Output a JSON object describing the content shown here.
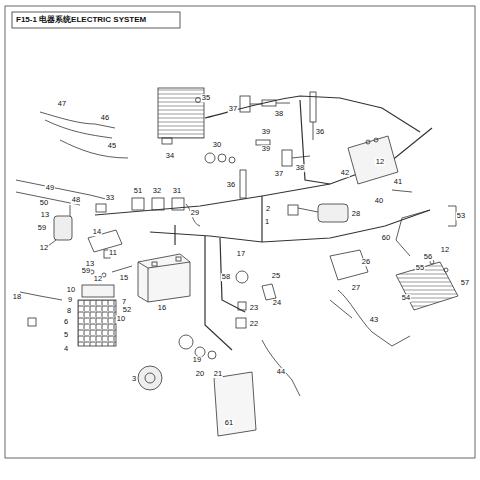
{
  "diagram": {
    "title": "F15-1 电器系统ELECTRIC SYSTEM",
    "labels": [
      "47",
      "46",
      "45",
      "49",
      "50",
      "48",
      "35",
      "34",
      "30",
      "37",
      "38",
      "39",
      "36",
      "12",
      "40",
      "36",
      "39",
      "37",
      "38",
      "42",
      "41",
      "33",
      "51",
      "32",
      "31",
      "29",
      "13",
      "59",
      "14",
      "11",
      "12",
      "13",
      "59",
      "12",
      "15",
      "17",
      "2",
      "1",
      "28",
      "53",
      "60",
      "26",
      "27",
      "58",
      "25",
      "24",
      "18",
      "10",
      "9",
      "8",
      "6",
      "5",
      "4",
      "7",
      "52",
      "10",
      "16",
      "23",
      "22",
      "19",
      "20",
      "21",
      "3",
      "12",
      "56",
      "55",
      "57",
      "54",
      "43",
      "44",
      "61"
    ]
  }
}
